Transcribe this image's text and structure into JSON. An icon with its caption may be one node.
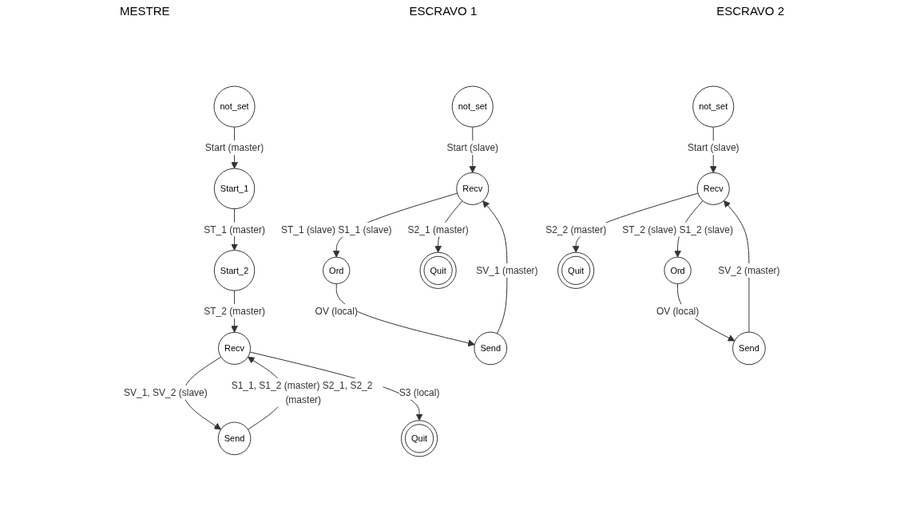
{
  "diagram": {
    "nodes": [
      {
        "text": [
          "not_set"
        ]
      },
      {
        "text": [
          "Start_1"
        ]
      },
      {
        "text": [
          "Start_2"
        ]
      },
      {
        "text": [
          "Recv"
        ]
      },
      {
        "text": [
          "Send"
        ]
      },
      {
        "text": [
          "Quit"
        ]
      },
      {
        "text": [
          "not_set"
        ]
      },
      {
        "text": [
          "Recv"
        ]
      },
      {
        "text": [
          "Ord"
        ]
      },
      {
        "text": [
          "Send"
        ]
      },
      {
        "text": [
          "Quit"
        ]
      },
      {
        "text": [
          "not_set"
        ]
      },
      {
        "text": [
          "Recv"
        ]
      },
      {
        "text": [
          "Ord"
        ]
      },
      {
        "text": [
          "Send"
        ]
      },
      {
        "text": [
          "Quit"
        ]
      }
    ],
    "edges": [
      {
        "from": 0,
        "to": 1,
        "arrow": "to",
        "label": "Start (master)"
      },
      {
        "from": 1,
        "to": 2,
        "arrow": "to",
        "label": "ST_1 (master)"
      },
      {
        "from": 2,
        "to": 3,
        "arrow": "to",
        "label": "ST_2 (master)"
      },
      {
        "from": 3,
        "to": 4,
        "arrow": "to",
        "label": "SV_1, SV_2 (slave)"
      },
      {
        "from": 4,
        "to": 3,
        "arrow": "to",
        "label": "S1_1, S1_2 (master) S2_1, S2_2 (master)"
      },
      {
        "from": 3,
        "to": 5,
        "arrow": "to",
        "label": "S3 (local)"
      },
      {
        "from": 6,
        "to": 7,
        "arrow": "to",
        "label": "Start (slave)"
      },
      {
        "from": 7,
        "to": 8,
        "arrow": "to",
        "label": "ST_1 (slave) S1_1 (slave)"
      },
      {
        "from": 9,
        "to": 7,
        "arrow": "to",
        "label": "SV_1 (master)"
      },
      {
        "from": 7,
        "to": 10,
        "arrow": "to",
        "label": "S2_1 (master)"
      },
      {
        "from": 8,
        "to": 9,
        "arrow": "to",
        "label": "OV (local)"
      },
      {
        "from": 11,
        "to": 12,
        "arrow": "to",
        "label": "Start (slave)"
      },
      {
        "from": 12,
        "to": 13,
        "arrow": "to",
        "label": "ST_2 (slave) S1_2 (slave)"
      },
      {
        "from": 14,
        "to": 12,
        "arrow": "to",
        "label": "SV_2 (master)"
      },
      {
        "from": 12,
        "to": 15,
        "arrow": "to",
        "label": "S2_2 (master)"
      },
      {
        "from": 13,
        "to": 14,
        "arrow": "to",
        "label": "OV (local)"
      }
    ],
    "labels": [
      "MESTRE",
      "ESCRAVO 1",
      "ESCRAVO 2"
    ]
  }
}
